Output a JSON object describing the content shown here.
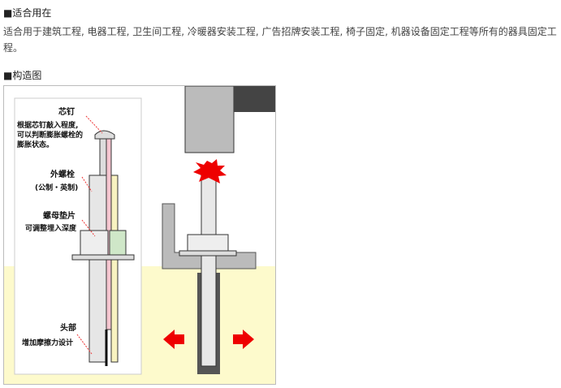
{
  "sections": [
    {
      "heading": "■适合用在",
      "text": "适合用于建筑工程, 电器工程, 卫生间工程, 冷暖器安装工程, 广告招牌安装工程, 椅子固定, 机器设备固定工程等所有的器具固定工程。"
    },
    {
      "heading": "■构造图"
    }
  ],
  "diagram": {
    "core_pin": {
      "title": "芯钉",
      "desc1": "根据芯钉敲入程度,",
      "desc2": "可以判断膨胀螺栓的",
      "desc3": "膨胀状态。"
    },
    "outer_bolt": {
      "title": "外螺栓",
      "desc": "(公制・英制)"
    },
    "nut_washer": {
      "title": "螺母垫片",
      "desc": "可调整埋入深度"
    },
    "head": {
      "title": "头部",
      "desc": "增加摩擦力设计"
    }
  }
}
